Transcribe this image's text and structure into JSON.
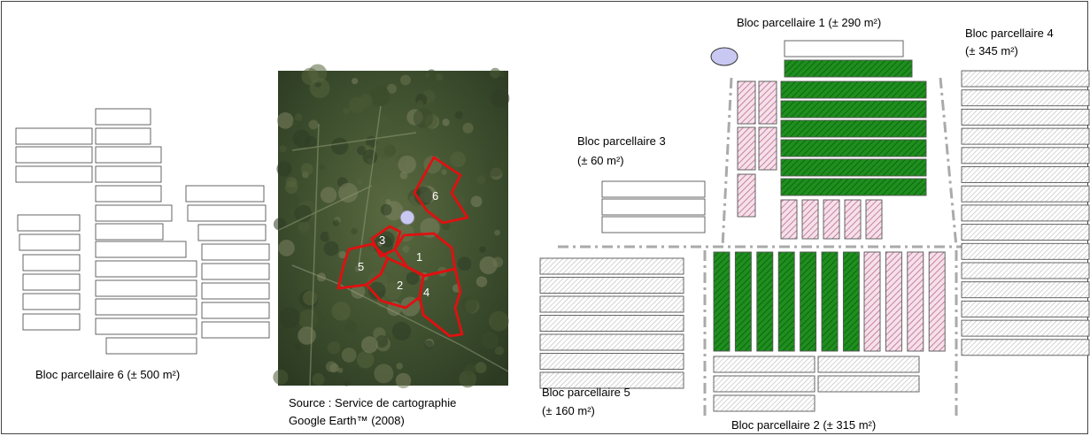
{
  "colors": {
    "vegetable_green": "#1e8f1e",
    "flower_pink": "#cc88aa",
    "fallow_grey": "#bdbdbd",
    "outline": "#555555",
    "water_point": "#c8c8f2",
    "plot_red": "#e01010",
    "divider": "#aaaaaa"
  },
  "icons": {
    "water_point": "water-point-icon"
  },
  "blocks": {
    "b1": {
      "name": "Bloc parcellaire 1",
      "area": "(± 290 m²)"
    },
    "b2": {
      "name": "Bloc parcellaire 2",
      "area": "(± 315 m²)"
    },
    "b3": {
      "name": "Bloc parcellaire 3",
      "area": "(± 60 m²)"
    },
    "b4": {
      "name": "Bloc parcellaire 4",
      "area": "(± 345 m²)"
    },
    "b5": {
      "name": "Bloc parcellaire 5",
      "area": "(± 160 m²)"
    },
    "b6": {
      "name": "Bloc parcellaire 6",
      "area": "(± 500 m²)"
    }
  },
  "source": {
    "line1": "Source : Service de cartographie",
    "line2": "Google Earth™ (2008)"
  },
  "map_plot_numbers": [
    "1",
    "2",
    "3",
    "4",
    "5",
    "6"
  ]
}
